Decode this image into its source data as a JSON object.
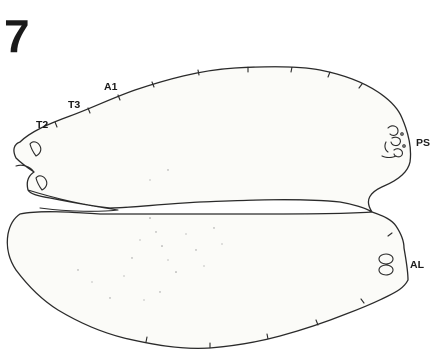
{
  "figure": {
    "number": "7",
    "labels": {
      "a1": "A1",
      "t3": "T3",
      "t2": "T2",
      "ps": "PS",
      "al": "AL"
    }
  },
  "colors": {
    "ink": "#1a1a1a",
    "paper": "#ffffff",
    "specimen_fill": "#fbfbf8"
  }
}
